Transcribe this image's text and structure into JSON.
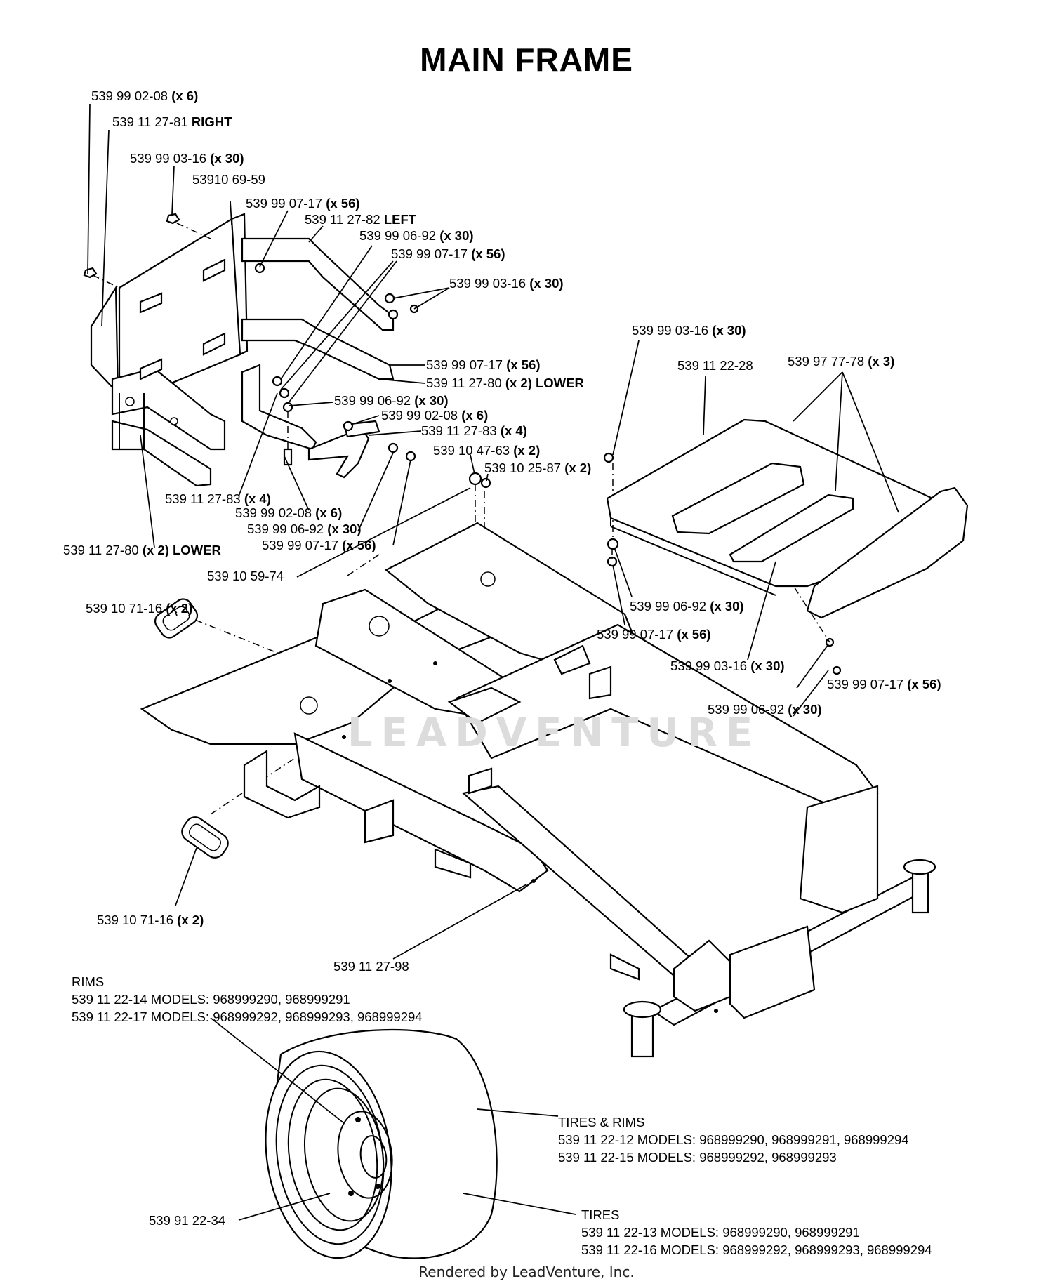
{
  "title": "MAIN FRAME",
  "watermark": "LEADVENTURE",
  "footer": "Rendered by LeadVenture, Inc.",
  "callouts": [
    {
      "id": "c1",
      "part": "539 99 02-08",
      "suffix": "(x 6)"
    },
    {
      "id": "c2",
      "part": "539 11 27-81",
      "suffix": "RIGHT"
    },
    {
      "id": "c3",
      "part": "539 99 03-16",
      "suffix": "(x 30)"
    },
    {
      "id": "c4",
      "part": "53910 69-59",
      "suffix": ""
    },
    {
      "id": "c5",
      "part": "539 99 07-17",
      "suffix": "(x 56)"
    },
    {
      "id": "c6",
      "part": "539 11 27-82",
      "suffix": "LEFT"
    },
    {
      "id": "c7",
      "part": "539 99 06-92",
      "suffix": "(x 30)"
    },
    {
      "id": "c8",
      "part": "539 99 07-17",
      "suffix": "(x 56)"
    },
    {
      "id": "c9",
      "part": "539 99 03-16",
      "suffix": "(x 30)"
    },
    {
      "id": "c10",
      "part": "539 99 07-17",
      "suffix": "(x 56)"
    },
    {
      "id": "c11",
      "part": "539 11 27-80",
      "suffix": "(x 2) LOWER"
    },
    {
      "id": "c12",
      "part": "539 99 06-92",
      "suffix": "(x 30)"
    },
    {
      "id": "c13",
      "part": "539 99 02-08",
      "suffix": "(x 6)"
    },
    {
      "id": "c14",
      "part": "539 11 27-83",
      "suffix": "(x 4)"
    },
    {
      "id": "c15",
      "part": "539 10 47-63",
      "suffix": "(x 2)"
    },
    {
      "id": "c16",
      "part": "539 10 25-87",
      "suffix": "(x 2)"
    },
    {
      "id": "c17",
      "part": "539 11 27-83",
      "suffix": "(x 4)"
    },
    {
      "id": "c18",
      "part": "539 99 02-08",
      "suffix": "(x 6)"
    },
    {
      "id": "c19",
      "part": "539 99 06-92",
      "suffix": "(x 30)"
    },
    {
      "id": "c20",
      "part": "539 99 07-17",
      "suffix": "(x 56)"
    },
    {
      "id": "c21",
      "part": "539 11 27-80",
      "suffix": "(x 2) LOWER"
    },
    {
      "id": "c22",
      "part": "539 10 59-74",
      "suffix": ""
    },
    {
      "id": "c23",
      "part": "539 10 71-16",
      "suffix": "(x 2)"
    },
    {
      "id": "c24",
      "part": "539 99 03-16",
      "suffix": "(x 30)"
    },
    {
      "id": "c25",
      "part": "539 11 22-28",
      "suffix": ""
    },
    {
      "id": "c26",
      "part": "539 97 77-78",
      "suffix": "(x 3)"
    },
    {
      "id": "c27",
      "part": "539 99 06-92",
      "suffix": "(x 30)"
    },
    {
      "id": "c28",
      "part": "539 99 07-17",
      "suffix": "(x 56)"
    },
    {
      "id": "c29",
      "part": "539 99 03-16",
      "suffix": "(x 30)"
    },
    {
      "id": "c30",
      "part": "539 99 07-17",
      "suffix": "(x 56)"
    },
    {
      "id": "c31",
      "part": "539 99 06-92",
      "suffix": "(x 30)"
    },
    {
      "id": "c32",
      "part": "539 10 71-16",
      "suffix": "(x 2)"
    },
    {
      "id": "c33",
      "part": "539 11 27-98",
      "suffix": ""
    },
    {
      "id": "c34",
      "part": "539 91 22-34",
      "suffix": ""
    }
  ],
  "rims": {
    "heading": "RIMS",
    "lines": [
      "539 11 22-14  MODELS: 968999290, 968999291",
      "539 11 22-17  MODELS: 968999292, 968999293, 968999294"
    ]
  },
  "tires_rims": {
    "heading": "TIRES & RIMS",
    "lines": [
      "539 11 22-12  MODELS: 968999290, 968999291, 968999294",
      "539 11 22-15  MODELS: 968999292, 968999293"
    ]
  },
  "tires": {
    "heading": "TIRES",
    "lines": [
      "539 11 22-13  MODELS: 968999290, 968999291",
      "539 11 22-16  MODELS: 968999292, 968999293, 968999294"
    ]
  }
}
